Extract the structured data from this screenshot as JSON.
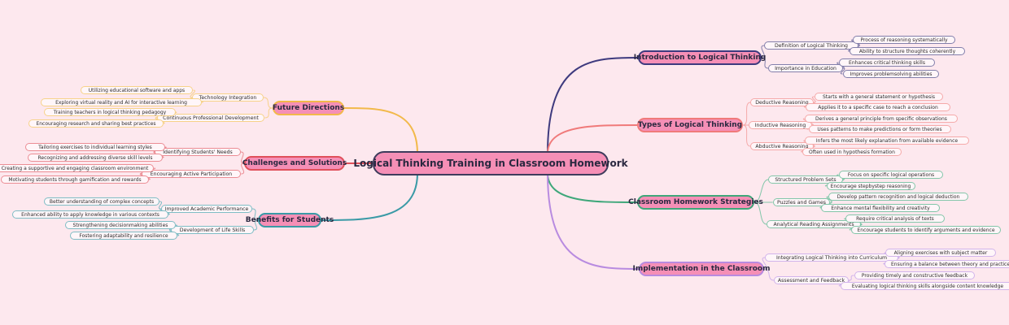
{
  "root": {
    "label": "Logical Thinking Training in Classroom Homework"
  },
  "branches": [
    {
      "label": "Introduction to Logical Thinking",
      "color": "#3e3a7e",
      "children": [
        {
          "label": "Definition of Logical Thinking",
          "children": [
            "Process of reasoning systematically",
            "Ability to structure thoughts coherently"
          ]
        },
        {
          "label": "Importance in Education",
          "children": [
            "Enhances critical thinking skills",
            "Improves problemsolving abilities"
          ]
        }
      ]
    },
    {
      "label": "Types of Logical Thinking",
      "color": "#f07a7a",
      "children": [
        {
          "label": "Deductive Reasoning",
          "children": [
            "Starts with a general statement or hypothesis",
            "Applies it to a specific case to reach a conclusion"
          ]
        },
        {
          "label": "Inductive Reasoning",
          "children": [
            "Derives a general principle from specific observations",
            "Uses patterns to make predictions or form theories"
          ]
        },
        {
          "label": "Abductive Reasoning",
          "children": [
            "Infers the most likely explanation from available evidence",
            "Often used in hypothesis formation"
          ]
        }
      ]
    },
    {
      "label": "Classroom Homework Strategies",
      "color": "#3fa77a",
      "children": [
        {
          "label": "Structured Problem Sets",
          "children": [
            "Focus on specific logical operations",
            "Encourage stepbystep reasoning"
          ]
        },
        {
          "label": "Puzzles and Games",
          "children": [
            "Develop pattern recognition and logical deduction",
            "Enhance mental flexibility and creativity"
          ]
        },
        {
          "label": "Analytical Reading Assignments",
          "children": [
            "Require critical analysis of texts",
            "Encourage students to identify arguments and evidence"
          ]
        }
      ]
    },
    {
      "label": "Implementation in the Classroom",
      "color": "#b88be0",
      "children": [
        {
          "label": "Integrating Logical Thinking into Curriculum",
          "children": [
            "Aligning exercises with subject matter",
            "Ensuring a balance between theory and practice"
          ]
        },
        {
          "label": "Assessment and Feedback",
          "children": [
            "Providing timely and constructive feedback",
            "Evaluating logical thinking skills alongside content knowledge"
          ]
        }
      ]
    },
    {
      "label": "Future Directions",
      "color": "#f2b94a",
      "children": [
        {
          "label": "Technology Integration",
          "children": [
            "Utilizing educational software and apps",
            "Exploring virtual reality and AI for interactive learning"
          ]
        },
        {
          "label": "Continuous Professional Development",
          "children": [
            "Training teachers in logical thinking pedagogy",
            "Encouraging research and sharing best practices"
          ]
        }
      ]
    },
    {
      "label": "Challenges and Solutions",
      "color": "#e0505a",
      "children": [
        {
          "label": "Identifying Students' Needs",
          "children": [
            "Tailoring exercises to individual learning styles",
            "Recognizing and addressing diverse skill levels"
          ]
        },
        {
          "label": "Encouraging Active Participation",
          "children": [
            "Creating a supportive and engaging classroom environment",
            "Motivating students through gamification and rewards"
          ]
        }
      ]
    },
    {
      "label": "Benefits for Students",
      "color": "#3a9aa6",
      "children": [
        {
          "label": "Improved Academic Performance",
          "children": [
            "Better understanding of complex concepts",
            "Enhanced ability to apply knowledge in various contexts"
          ]
        },
        {
          "label": "Development of Life Skills",
          "children": [
            "Strengthening decisionmaking abilities",
            "Fostering adaptability and resilience"
          ]
        }
      ]
    }
  ]
}
